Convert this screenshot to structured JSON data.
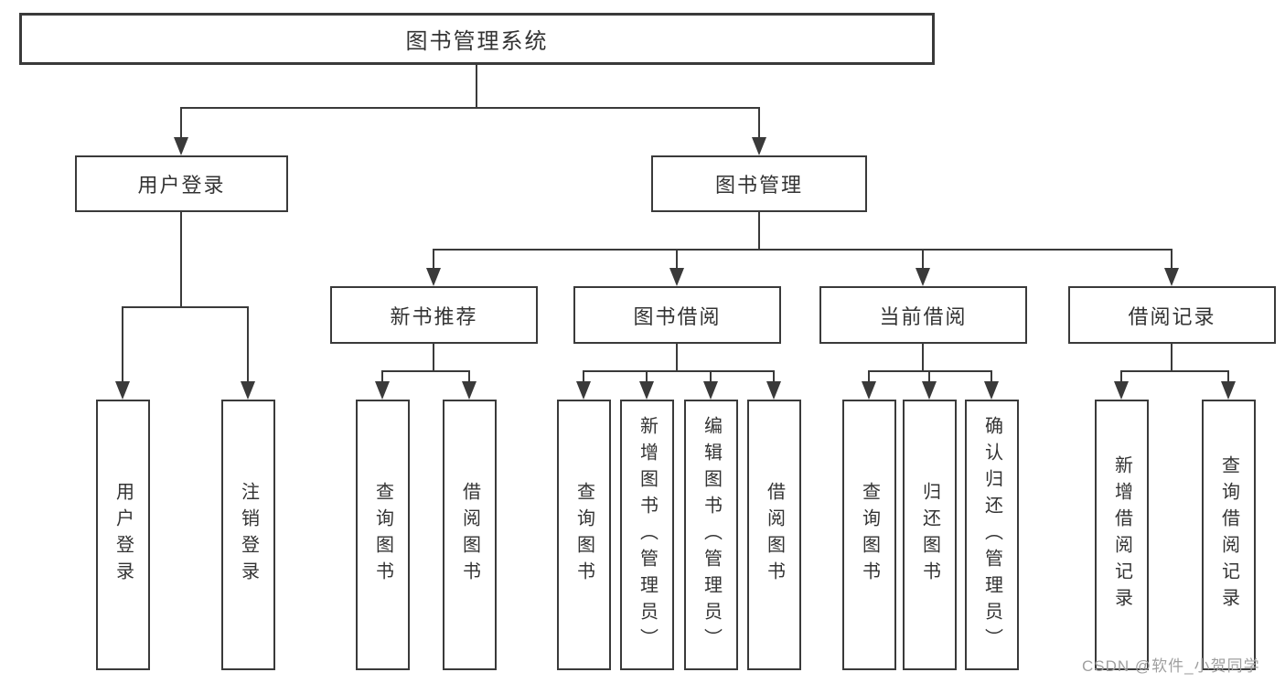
{
  "colors": {
    "line": "#3a3a3a",
    "text": "#333333",
    "watermark": "#9f9f9f",
    "background": "#ffffff"
  },
  "watermark": {
    "text": "CSDN @软件_小贺同学"
  },
  "tree": {
    "root": "图书管理系统",
    "branches": [
      {
        "label": "用户登录",
        "children": [
          "用户登录",
          "注销登录"
        ]
      },
      {
        "label": "图书管理",
        "groups": [
          {
            "label": "新书推荐",
            "children": [
              "查询图书",
              "借阅图书"
            ]
          },
          {
            "label": "图书借阅",
            "children": [
              "查询图书",
              "新增图书（管理员）",
              "编辑图书（管理员）",
              "借阅图书"
            ]
          },
          {
            "label": "当前借阅",
            "children": [
              "查询图书",
              "归还图书",
              "确认归还（管理员）"
            ]
          },
          {
            "label": "借阅记录",
            "children": [
              "新增借阅记录",
              "查询借阅记录"
            ]
          }
        ]
      }
    ]
  }
}
